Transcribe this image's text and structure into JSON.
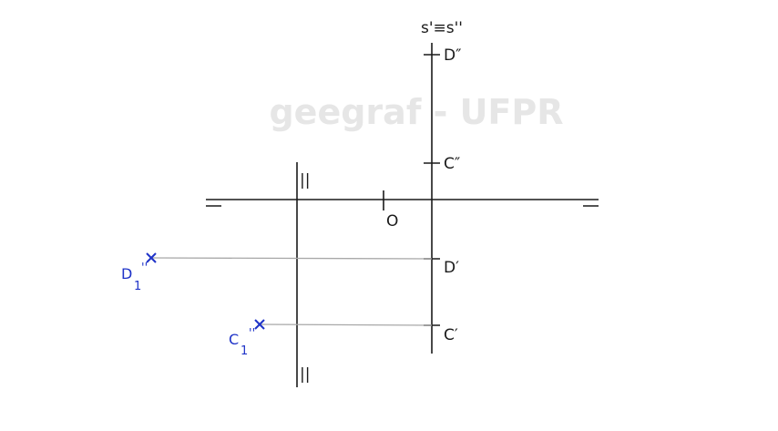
{
  "watermark": "geegraf - UFPR",
  "labels": {
    "profile_line": "s'≡s''",
    "d_vertical": "D″",
    "c_vertical": "C″",
    "origin": "O",
    "d_horizontal": "D′",
    "c_horizontal": "C′",
    "d1_base": "D",
    "d1_sub": "1",
    "d1_prime": "''",
    "c1_base": "C",
    "c1_sub": "1",
    "c1_prime": "''",
    "plane_top": "||",
    "plane_bottom": "||"
  },
  "colors": {
    "line": "#1a1a1a",
    "projector": "#a8a8a8",
    "point": "#1f33c8"
  }
}
